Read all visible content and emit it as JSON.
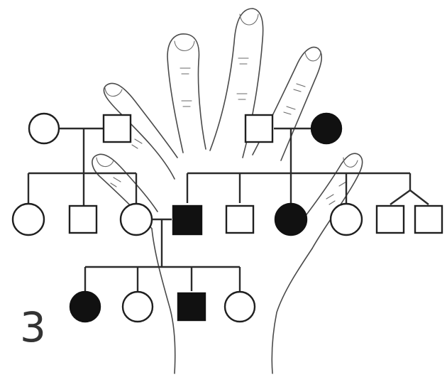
{
  "figure": {
    "label": "3"
  },
  "colors": {
    "affected": "#111111",
    "unaffected": "#ffffff",
    "outline": "#1f1f1f",
    "hand_outline": "#4a4a4a"
  },
  "pedigree": {
    "generation_1": [
      {
        "id": "g1-left-female",
        "sex": "female",
        "affected": false
      },
      {
        "id": "g1-left-male",
        "sex": "male",
        "affected": false
      },
      {
        "id": "g1-right-male",
        "sex": "male",
        "affected": false
      },
      {
        "id": "g1-right-female",
        "sex": "female",
        "affected": true
      }
    ],
    "generation_2": [
      {
        "id": "g2-1",
        "sex": "female",
        "affected": false
      },
      {
        "id": "g2-2",
        "sex": "male",
        "affected": false
      },
      {
        "id": "g2-3",
        "sex": "female",
        "affected": false
      },
      {
        "id": "g2-4",
        "sex": "male",
        "affected": true
      },
      {
        "id": "g2-5",
        "sex": "male",
        "affected": false
      },
      {
        "id": "g2-6",
        "sex": "female",
        "affected": true
      },
      {
        "id": "g2-7",
        "sex": "female",
        "affected": false
      },
      {
        "id": "g2-8",
        "sex": "male",
        "affected": false,
        "twin": true
      },
      {
        "id": "g2-9",
        "sex": "male",
        "affected": false,
        "twin": true
      }
    ],
    "generation_3": [
      {
        "id": "g3-1",
        "sex": "female",
        "affected": true
      },
      {
        "id": "g3-2",
        "sex": "female",
        "affected": false
      },
      {
        "id": "g3-3",
        "sex": "male",
        "affected": true
      },
      {
        "id": "g3-4",
        "sex": "female",
        "affected": false
      }
    ]
  }
}
